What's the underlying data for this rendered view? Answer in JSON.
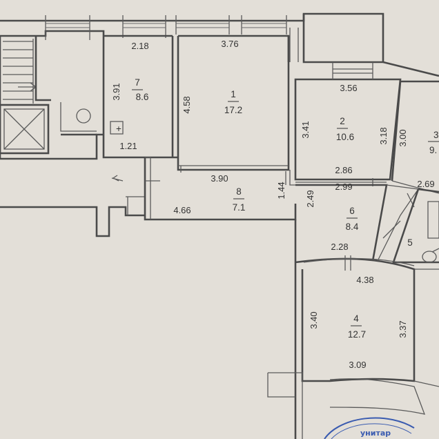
{
  "rooms": [
    {
      "id": "1",
      "area": "17.2"
    },
    {
      "id": "2",
      "area": "10.6"
    },
    {
      "id": "3",
      "area": "9."
    },
    {
      "id": "4",
      "area": "12.7"
    },
    {
      "id": "5",
      "area": ""
    },
    {
      "id": "6",
      "area": "8.4"
    },
    {
      "id": "7",
      "area": "8.6"
    },
    {
      "id": "8",
      "area": "7.1"
    }
  ],
  "dimensions": {
    "r7_top": "2.18",
    "r7_side": "3.91",
    "r7_bottom": "1.21",
    "r1_top": "3.76",
    "r1_side": "4.58",
    "r8_top": "3.90",
    "r8_bottom": "4.66",
    "r8_right": "1.44",
    "r2_top": "3.56",
    "r2_left": "3.41",
    "r2_right": "3.18",
    "r2_bottom": "2.86",
    "r3_side": "3.00",
    "r6_top": "2.99",
    "r6_left": "2.49",
    "r6_bottom": "2.28",
    "r6_right": "2.69",
    "r4_top": "4.38",
    "r4_left": "3.40",
    "r4_right": "3.37",
    "r4_bottom": "3.09"
  },
  "stamp": {
    "text": "унитар"
  },
  "colors": {
    "paper": "#e7e3dc",
    "wall": "#4a4a4a",
    "stamp": "#3a5bb0"
  }
}
